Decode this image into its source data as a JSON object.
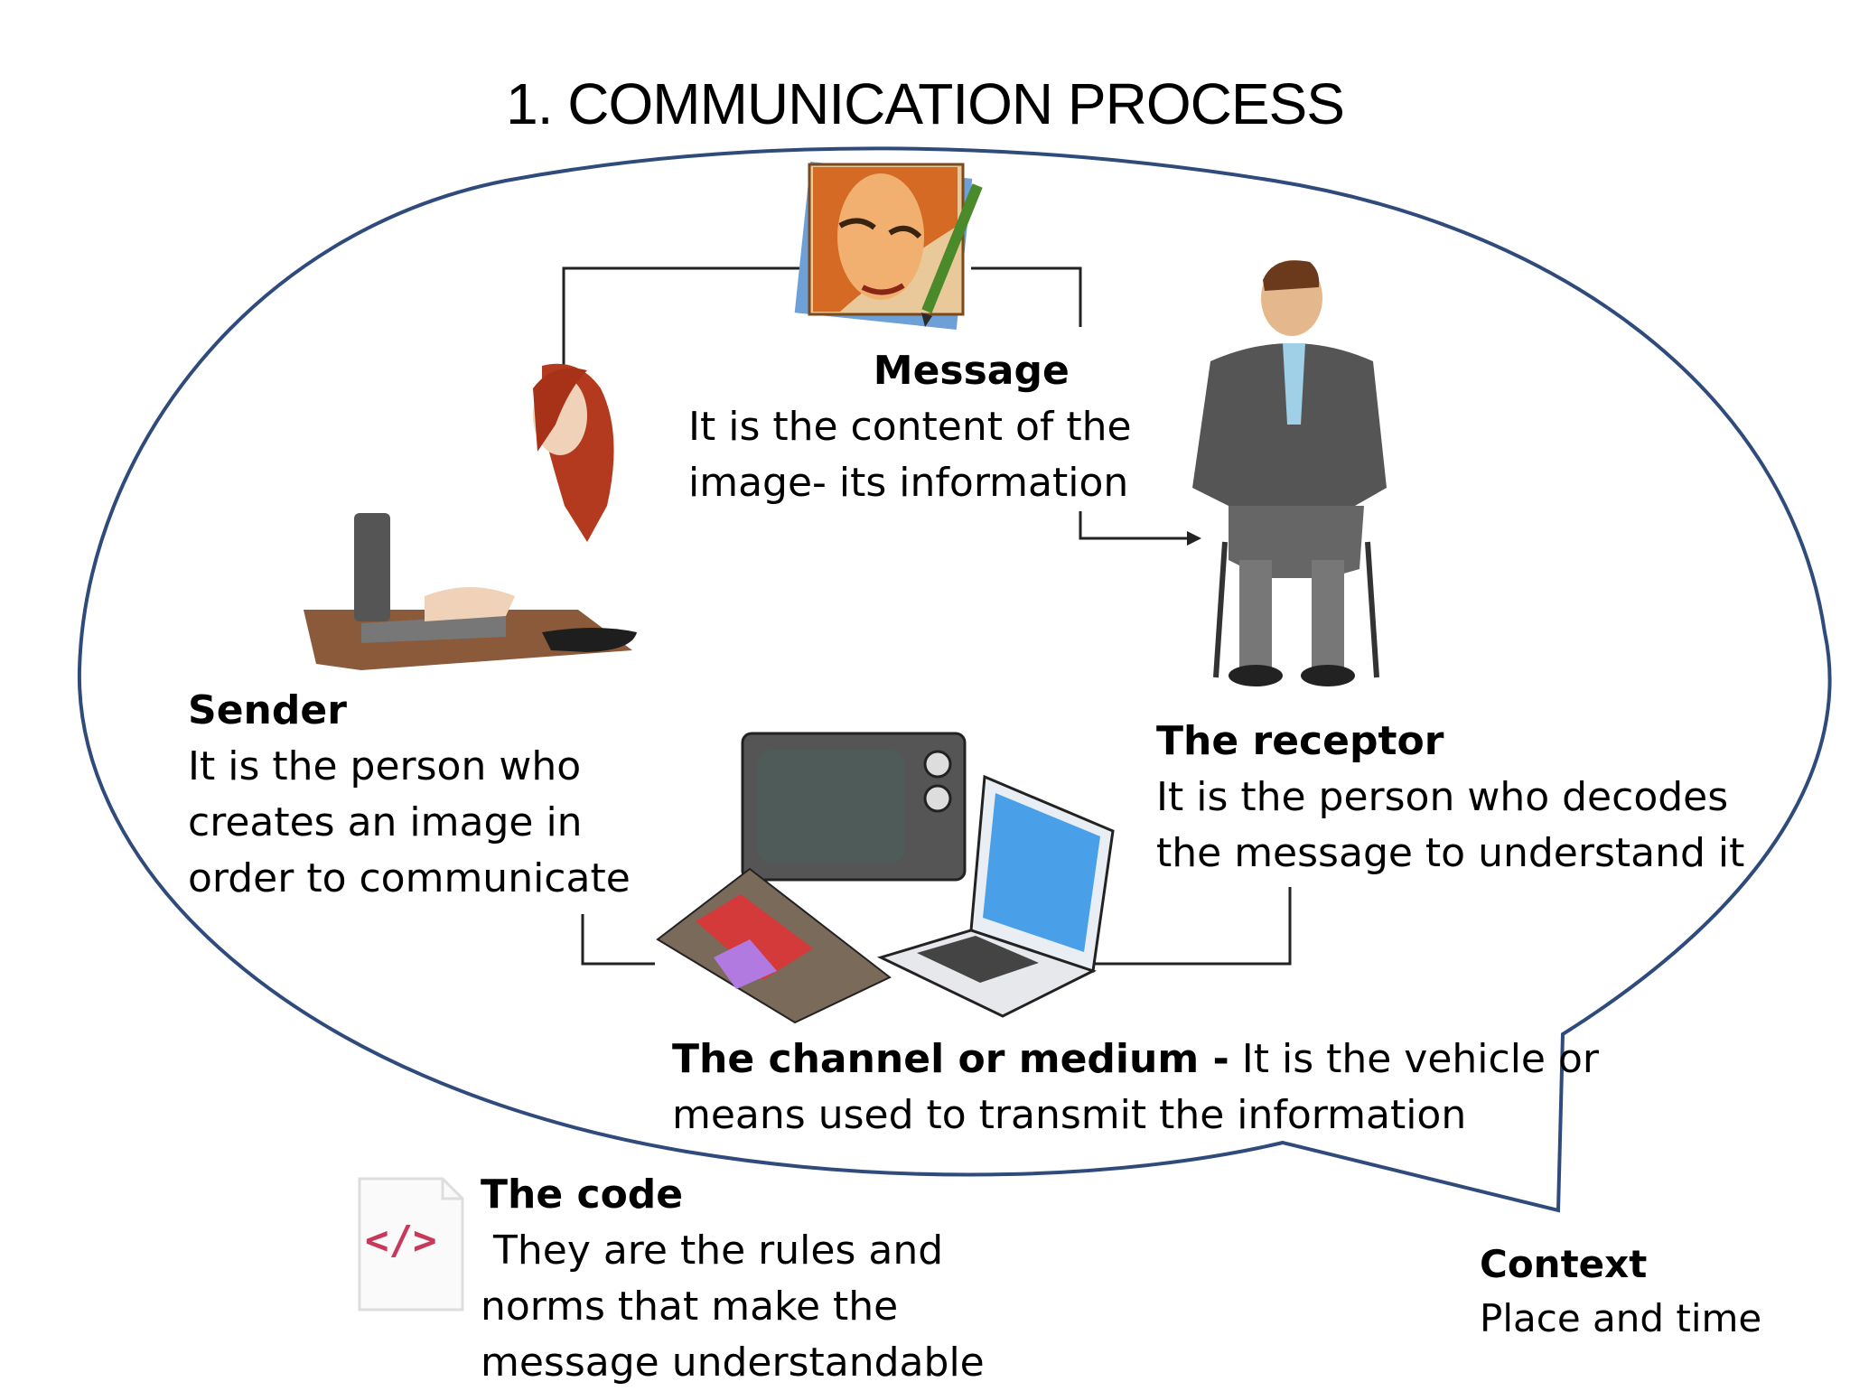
{
  "title": "1. COMMUNICATION PROCESS",
  "message": {
    "heading": "Message",
    "lines": [
      "It is the content of the",
      "image- its information"
    ]
  },
  "sender": {
    "heading": "Sender",
    "lines": [
      "It is the person who",
      "creates an image in",
      "order to communicate"
    ]
  },
  "receptor": {
    "heading": "The receptor",
    "lines": [
      "It is the person who decodes",
      "the message to understand it"
    ]
  },
  "channel": {
    "heading": "The channel or medium -",
    "line1_rest": " It is the vehicle or",
    "line2": "means used to transmit the information"
  },
  "code": {
    "heading": "The code",
    "lines": [
      " They are the rules and",
      "norms that make the",
      "message understandable"
    ],
    "icon_glyph": "</>"
  },
  "context": {
    "heading": "Context",
    "line": "Place and time"
  },
  "colors": {
    "bubble_stroke": "#2f4b7c",
    "connector": "#222222",
    "code_icon": "#c8385a"
  }
}
